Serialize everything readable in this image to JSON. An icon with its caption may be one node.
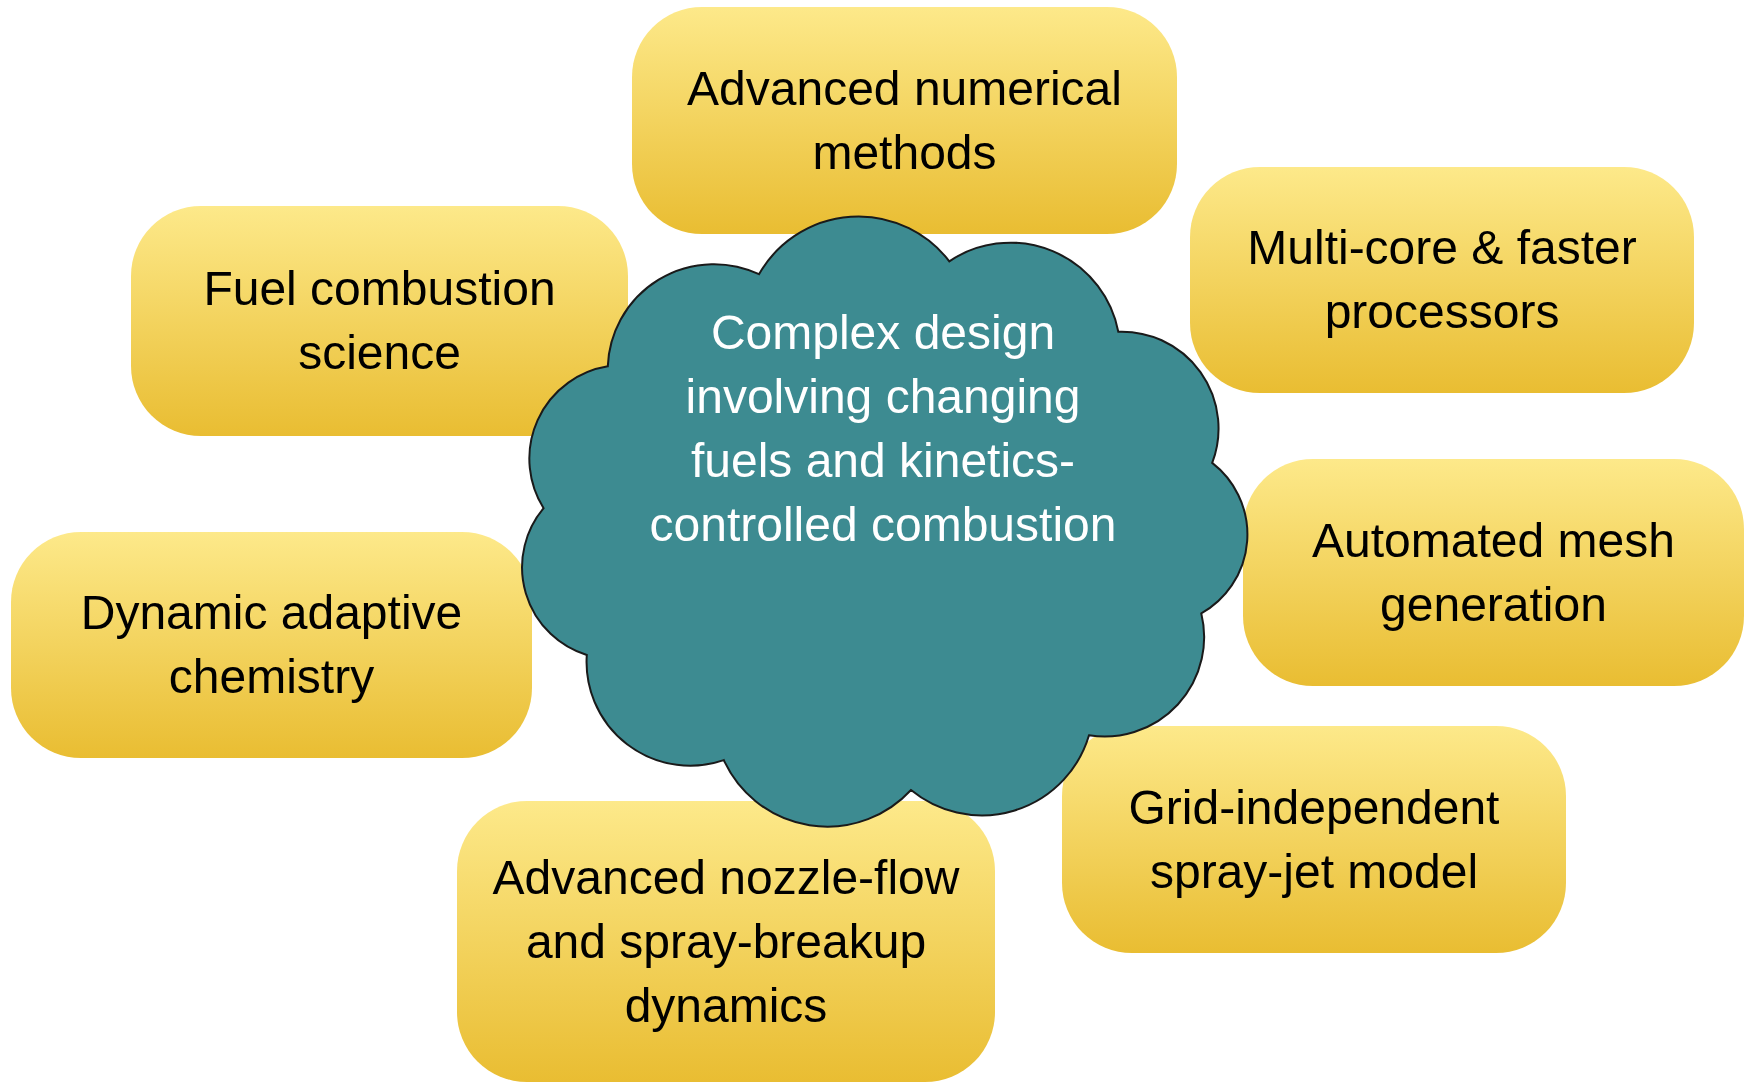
{
  "diagram": {
    "nodes": [
      {
        "text": [
          "Advanced numerical methods"
        ]
      },
      {
        "text": [
          "Fuel combustion science"
        ]
      },
      {
        "text": [
          "Multi-core & faster processors"
        ]
      },
      {
        "text": [
          "Complex design involving changing fuels and kinetics-controlled combustion"
        ]
      },
      {
        "text": [
          "Automated mesh generation"
        ]
      },
      {
        "text": [
          "Dynamic adaptive chemistry"
        ]
      },
      {
        "text": [
          "Grid-independent spray-jet model"
        ]
      },
      {
        "text": [
          "Advanced nozzle-flow and spray-breakup dynamics"
        ]
      }
    ],
    "edges": []
  }
}
